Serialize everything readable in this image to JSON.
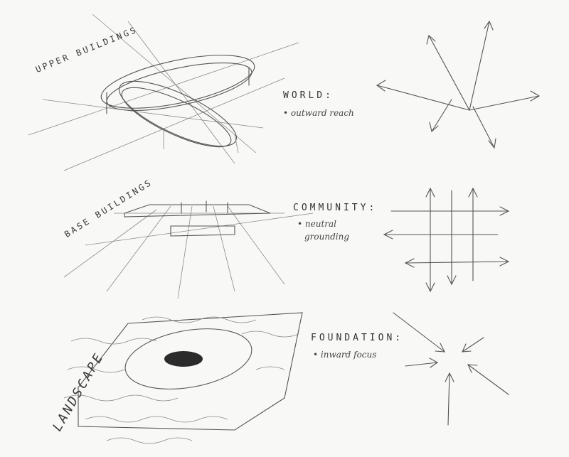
{
  "sections": [
    {
      "label": "UPPER BUILDINGS",
      "heading": "WORLD:",
      "bullet": "outward reach"
    },
    {
      "label": "BASE BUILDINGS",
      "heading": "COMMUNITY:",
      "bullet_lines": [
        "neutral",
        "grounding"
      ]
    },
    {
      "label": "LANDSCAPE",
      "heading": "FOUNDATION:",
      "bullet": "inward focus"
    }
  ],
  "colors": {
    "paper": "#f8f8f6",
    "pencil": "#555555"
  }
}
